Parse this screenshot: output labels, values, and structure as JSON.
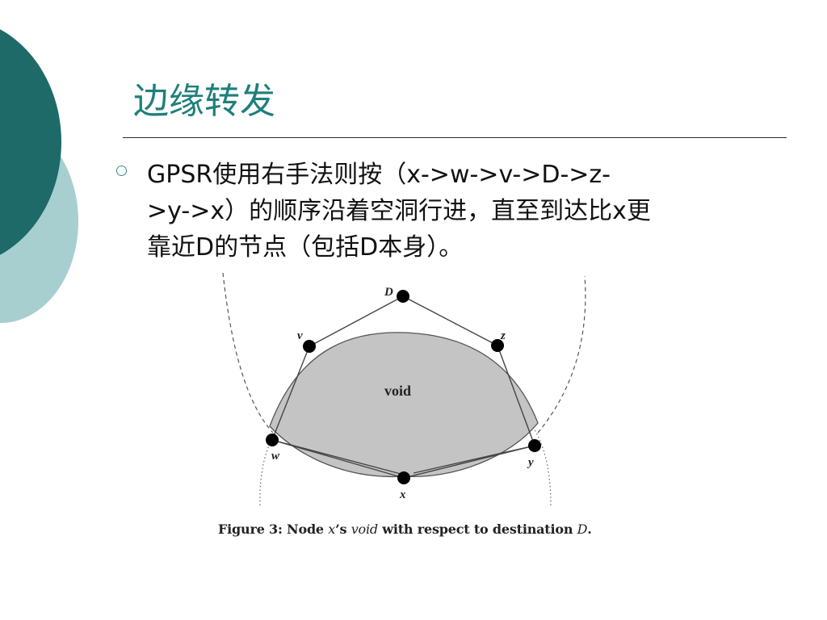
{
  "slide": {
    "title": "边缘转发",
    "bullet_lines": [
      "GPSR使用右手法则按（x->w->v->D->z-",
      ">y->x）的顺序沿着空洞行进，直至到达比x更",
      "靠近D的节点（包括D本身）。"
    ],
    "colors": {
      "title": "#1f7f7b",
      "deco_dark": "#1d6a68",
      "deco_light": "#a7cfcf",
      "void_fill": "#c4c4c4"
    }
  },
  "figure": {
    "nodes": [
      {
        "id": "D",
        "label": "D"
      },
      {
        "id": "v",
        "label": "v"
      },
      {
        "id": "z",
        "label": "z"
      },
      {
        "id": "w",
        "label": "w"
      },
      {
        "id": "y",
        "label": "y"
      },
      {
        "id": "x",
        "label": "x"
      }
    ],
    "void_label": "void",
    "caption": {
      "prefix": "Figure 3: Node ",
      "node": "x",
      "possessive": "’s ",
      "void_word": "void",
      "middle": " with respect to destination ",
      "dest": "D",
      "suffix": "."
    }
  }
}
